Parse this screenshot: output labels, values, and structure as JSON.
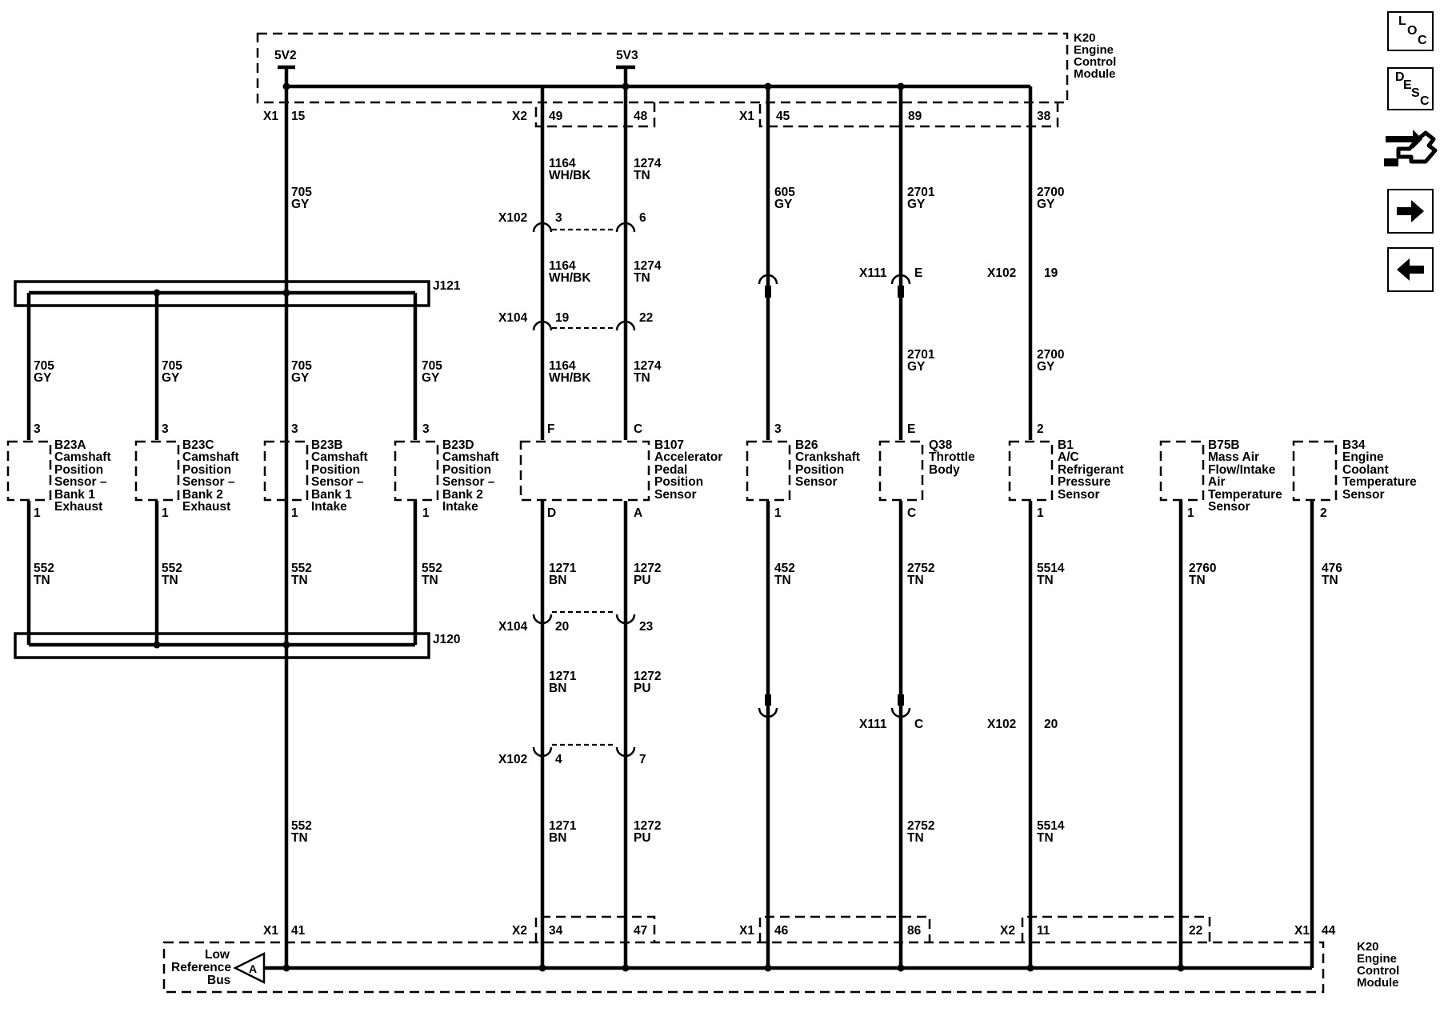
{
  "nav_buttons": {
    "loc": {
      "l1": "L",
      "l2": "O",
      "l3": "C"
    },
    "desc": {
      "l1": "D",
      "l2": "E",
      "l3": "S",
      "l4": "C"
    },
    "connector_icon": "connector-end-view-icon",
    "next_icon": "arrow-right-icon",
    "prev_icon": "arrow-left-icon"
  },
  "ecm": {
    "id": "K20",
    "name_line1": "Engine",
    "name_line2": "Control",
    "name_line3": "Module",
    "supply_5v2": "5V2",
    "supply_5v3": "5V3",
    "top_pins": [
      {
        "conn": "X1",
        "pin": "15"
      },
      {
        "conn": "X2",
        "pin": "49"
      },
      {
        "pin": "48"
      },
      {
        "conn": "X1",
        "pin": "45"
      },
      {
        "pin": "89"
      },
      {
        "pin": "38"
      }
    ],
    "bottom_pins": [
      {
        "conn": "X1",
        "pin": "41"
      },
      {
        "conn": "X2",
        "pin": "34"
      },
      {
        "pin": "47"
      },
      {
        "conn": "X1",
        "pin": "46"
      },
      {
        "pin": "86"
      },
      {
        "conn": "X2",
        "pin": "11"
      },
      {
        "pin": "22"
      },
      {
        "conn": "X1",
        "pin": "44"
      }
    ],
    "low_ref": {
      "line1": "Low",
      "line2": "Reference",
      "line3": "Bus",
      "letter": "A"
    }
  },
  "splices": {
    "top": "J121",
    "bottom": "J120"
  },
  "wires": {
    "w705": {
      "num": "705",
      "color": "GY"
    },
    "w552": {
      "num": "552",
      "color": "TN"
    },
    "w1164": {
      "num": "1164",
      "color": "WH/BK"
    },
    "w1274": {
      "num": "1274",
      "color": "TN"
    },
    "w1271": {
      "num": "1271",
      "color": "BN"
    },
    "w1272": {
      "num": "1272",
      "color": "PU"
    },
    "w605": {
      "num": "605",
      "color": "GY"
    },
    "w2701": {
      "num": "2701",
      "color": "GY"
    },
    "w2700": {
      "num": "2700",
      "color": "GY"
    },
    "w452": {
      "num": "452",
      "color": "TN"
    },
    "w2752": {
      "num": "2752",
      "color": "TN"
    },
    "w5514": {
      "num": "5514",
      "color": "TN"
    },
    "w2760": {
      "num": "2760",
      "color": "TN"
    },
    "w476": {
      "num": "476",
      "color": "TN"
    }
  },
  "inline_connectors": {
    "x102_top": {
      "name": "X102",
      "p1": "3",
      "p2": "6"
    },
    "x104_top": {
      "name": "X104",
      "p1": "19",
      "p2": "22"
    },
    "x111_top": {
      "name": "X111",
      "p1": "E"
    },
    "x102_right": {
      "name": "X102",
      "p1": "19"
    },
    "x104_bot": {
      "name": "X104",
      "p1": "20",
      "p2": "23"
    },
    "x102_bot": {
      "name": "X102",
      "p1": "4",
      "p2": "7"
    },
    "x111_bot": {
      "name": "X111",
      "p1": "C"
    },
    "x102_rbot": {
      "name": "X102",
      "p1": "20"
    }
  },
  "components": {
    "b23a": {
      "id": "B23A",
      "pin_top": "3",
      "pin_bot": "1",
      "lines": [
        "Camshaft",
        "Position",
        "Sensor –",
        "Bank 1",
        "Exhaust"
      ]
    },
    "b23c": {
      "id": "B23C",
      "pin_top": "3",
      "pin_bot": "1",
      "lines": [
        "Camshaft",
        "Position",
        "Sensor –",
        "Bank 2",
        "Exhaust"
      ]
    },
    "b23b": {
      "id": "B23B",
      "pin_top": "3",
      "pin_bot": "1",
      "lines": [
        "Camshaft",
        "Position",
        "Sensor –",
        "Bank 1",
        "Intake"
      ]
    },
    "b23d": {
      "id": "B23D",
      "pin_top": "3",
      "pin_bot": "1",
      "lines": [
        "Camshaft",
        "Position",
        "Sensor –",
        "Bank 2",
        "Intake"
      ]
    },
    "b107": {
      "id": "B107",
      "pin_f": "F",
      "pin_c": "C",
      "pin_d": "D",
      "pin_a": "A",
      "lines": [
        "Accelerator",
        "Pedal",
        "Position",
        "Sensor"
      ]
    },
    "b26": {
      "id": "B26",
      "pin_top": "3",
      "pin_bot": "1",
      "lines": [
        "Crankshaft",
        "Position",
        "Sensor"
      ]
    },
    "q38": {
      "id": "Q38",
      "pin_top": "E",
      "pin_bot": "C",
      "lines": [
        "Throttle",
        "Body"
      ]
    },
    "b1": {
      "id": "B1",
      "pin_top": "2",
      "pin_bot": "1",
      "lines": [
        "A/C",
        "Refrigerant",
        "Pressure",
        "Sensor"
      ]
    },
    "b75b": {
      "id": "B75B",
      "pin_bot": "1",
      "lines": [
        "Mass Air",
        "Flow/Intake",
        "Air",
        "Temperature",
        "Sensor"
      ]
    },
    "b34": {
      "id": "B34",
      "pin_bot": "2",
      "lines": [
        "Engine",
        "Coolant",
        "Temperature",
        "Sensor"
      ]
    }
  }
}
